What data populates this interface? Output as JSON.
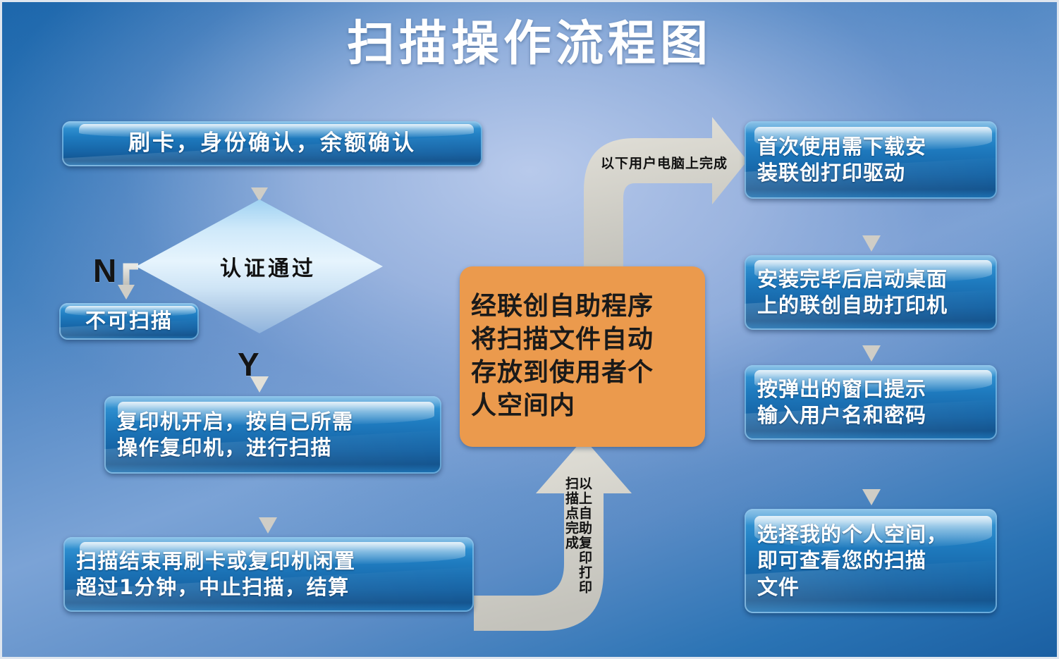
{
  "title": "扫描操作流程图",
  "theme": {
    "bg_outer": "#1b66ab",
    "bg_center": "#97afdb",
    "box_blue": "#1a6fb2",
    "highlight_box_orange": "#eb9a4d",
    "arrow_grey": "#d8d6ce",
    "connector_grey": "#c9c8c2",
    "title_color": "#ffffff",
    "diamond_fill": "#dceefb",
    "diamond_text": "#111111"
  },
  "flow": {
    "left_column": {
      "step_swipe_card": "刷卡，身份确认，余额确认",
      "decision_auth": "认证通过",
      "branch_no_label": "N",
      "branch_yes_label": "Y",
      "step_cannot_scan": "不可扫描",
      "step_copier_scan": "复印机开启，按自己所需\n操作复印机，进行扫描",
      "step_finish_settle": "扫描结束再刷卡或复印机闲置\n超过1分钟，中止扫描，结算"
    },
    "center": {
      "highlight_note": "经联创自助程序\n将扫描文件自动\n存放到使用者个\n人空间内"
    },
    "right_column": {
      "step_install_driver": "首次使用需下载安\n装联创打印驱动",
      "step_launch_app": "安装完毕后启动桌面\n上的联创自助打印机",
      "step_credentials": "按弹出的窗口提示\n输入用户名和密码",
      "step_my_space": "选择我的个人空间，\n即可查看您的扫描\n文件"
    },
    "connectors": {
      "arrow_to_computer": "以下用户电脑上完成",
      "arrow_from_kiosk": "以上自助复印打印扫描点完成"
    }
  }
}
